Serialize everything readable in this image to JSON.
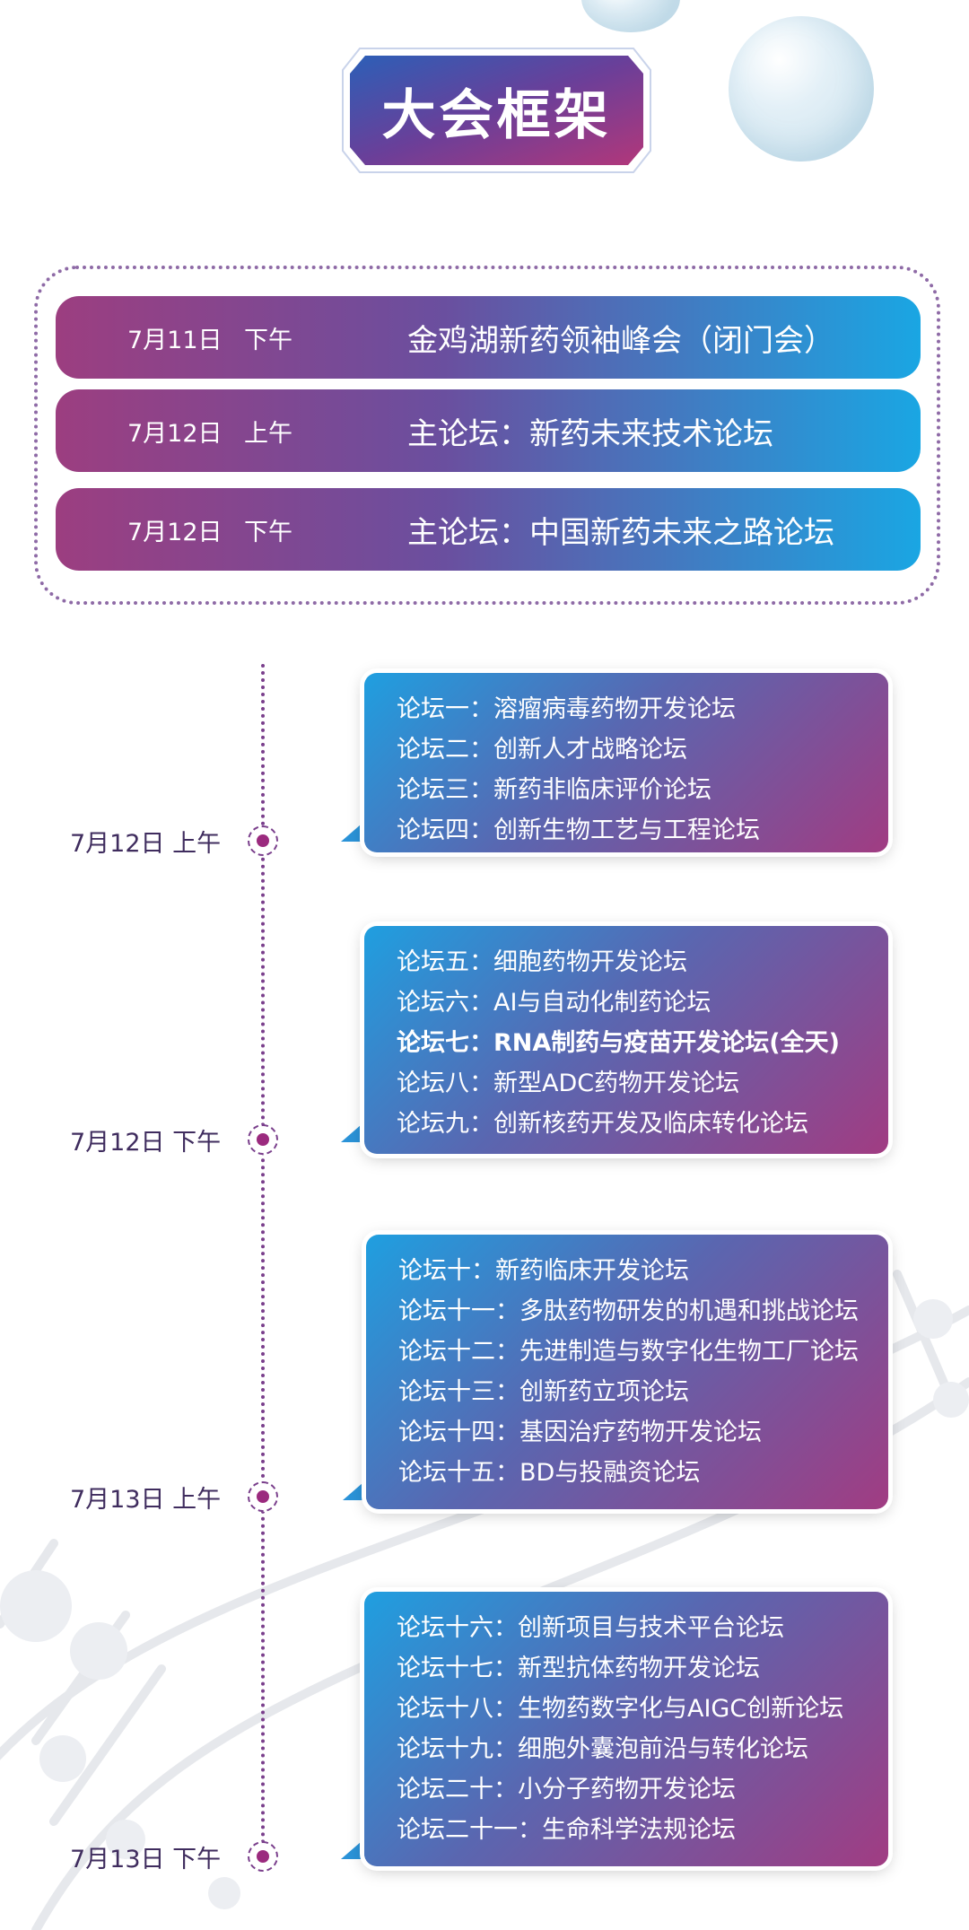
{
  "title": "大会框架",
  "main_sessions": [
    {
      "date": "7月11日",
      "period": "下午",
      "name": "金鸡湖新药领袖峰会（闭门会）"
    },
    {
      "date": "7月12日",
      "period": "上午",
      "name": "主论坛：新药未来技术论坛"
    },
    {
      "date": "7月12日",
      "period": "下午",
      "name": "主论坛：中国新药未来之路论坛"
    }
  ],
  "timeline": [
    {
      "label": "7月12日  上午",
      "forums": [
        "论坛一：溶瘤病毒药物开发论坛",
        "论坛二：创新人才战略论坛",
        "论坛三：新药非临床评价论坛",
        "论坛四：创新生物工艺与工程论坛"
      ]
    },
    {
      "label": "7月12日  下午",
      "forums": [
        "论坛五：细胞药物开发论坛",
        "论坛六：AI与自动化制药论坛",
        "论坛七：RNA制药与疫苗开发论坛(全天)",
        "论坛八：新型ADC药物开发论坛",
        "论坛九：创新核药开发及临床转化论坛"
      ]
    },
    {
      "label": "7月13日  上午",
      "forums": [
        "论坛十：新药临床开发论坛",
        "论坛十一：多肽药物研发的机遇和挑战论坛",
        "论坛十二：先进制造与数字化生物工厂论坛",
        "论坛十三：创新药立项论坛",
        "论坛十四：基因治疗药物开发论坛",
        "论坛十五：BD与投融资论坛"
      ]
    },
    {
      "label": "7月13日  下午",
      "forums": [
        "论坛十六：创新项目与技术平台论坛",
        "论坛十七：新型抗体药物开发论坛",
        "论坛十八：生物药数字化与AIGC创新论坛",
        "论坛十九：细胞外囊泡前沿与转化论坛",
        "论坛二十：小分子药物开发论坛",
        "论坛二十一：生命科学法规论坛"
      ]
    }
  ],
  "colors": {
    "purple": "#9c3e80",
    "blue": "#1aa6e3",
    "timeline": "#7a3f8c"
  }
}
